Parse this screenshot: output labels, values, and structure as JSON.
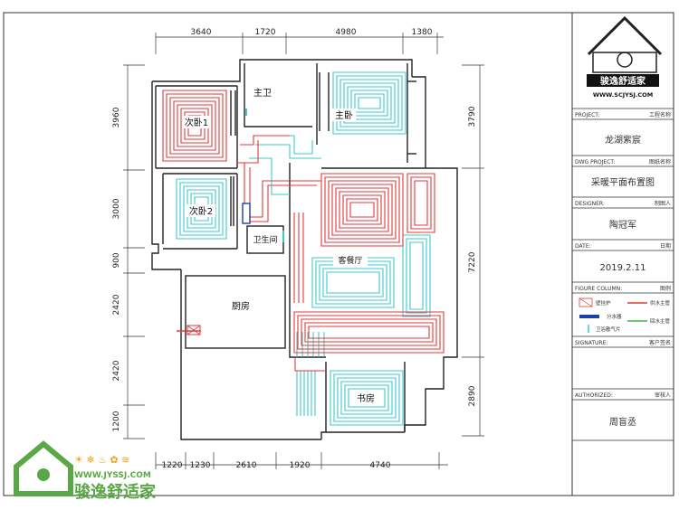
{
  "plan": {
    "dims_top": [
      "3640",
      "1720",
      "4980",
      "1380"
    ],
    "dims_bottom": [
      "1220",
      "1230",
      "2610",
      "1920",
      "4740"
    ],
    "dims_left": [
      "3960",
      "3000",
      "900",
      "2420",
      "2420",
      "1200"
    ],
    "dims_right": [
      "3790",
      "7220",
      "2890"
    ],
    "rooms": {
      "ci_wo_1": "次卧1",
      "zhu_wei": "主卫",
      "zhu_wo": "主卧",
      "ci_wo_2": "次卧2",
      "wei_sheng_jian": "卫生间",
      "ke_can_ting": "客餐厅",
      "chu_fang": "厨房",
      "shu_fang": "书房"
    }
  },
  "title_block": {
    "project_label": "PROJECT:",
    "project_label_cn": "工程名称",
    "project_name": "龙湖紫宸",
    "dwg_label": "DWG PROJECT:",
    "dwg_label_cn": "图纸名称",
    "dwg_name": "采暖平面布置图",
    "designer_label": "DESIGNER:",
    "designer_label_cn": "制图人",
    "designer_name": "陶冠军",
    "date_label": "DATE:",
    "date_label_cn": "日期",
    "date_value": "2019.2.11",
    "figure_label": "FIGURE COLUMN:",
    "figure_label_cn": "图例",
    "legend": {
      "boiler": "壁挂炉",
      "manifold": "分水器",
      "supply": "供水主管",
      "vent": "卫浴散气片",
      "return": "回水主管"
    },
    "signature_label": "SIGNATURE:",
    "signature_label_cn": "客户签名",
    "authorized_label": "AUTHORIZED:",
    "authorized_label_cn": "审核人",
    "authorized_name": "周盲丞",
    "logo_url": "WWW.SCJYSJ.COM"
  },
  "watermark": {
    "url": "WWW.JYSSJ.COM",
    "name": "骏逸舒适家"
  },
  "colors": {
    "hot_pipe": "#e03a3a",
    "cold_pipe": "#3ec9cf",
    "wall": "#222222",
    "logo_green": "#5aa845"
  }
}
